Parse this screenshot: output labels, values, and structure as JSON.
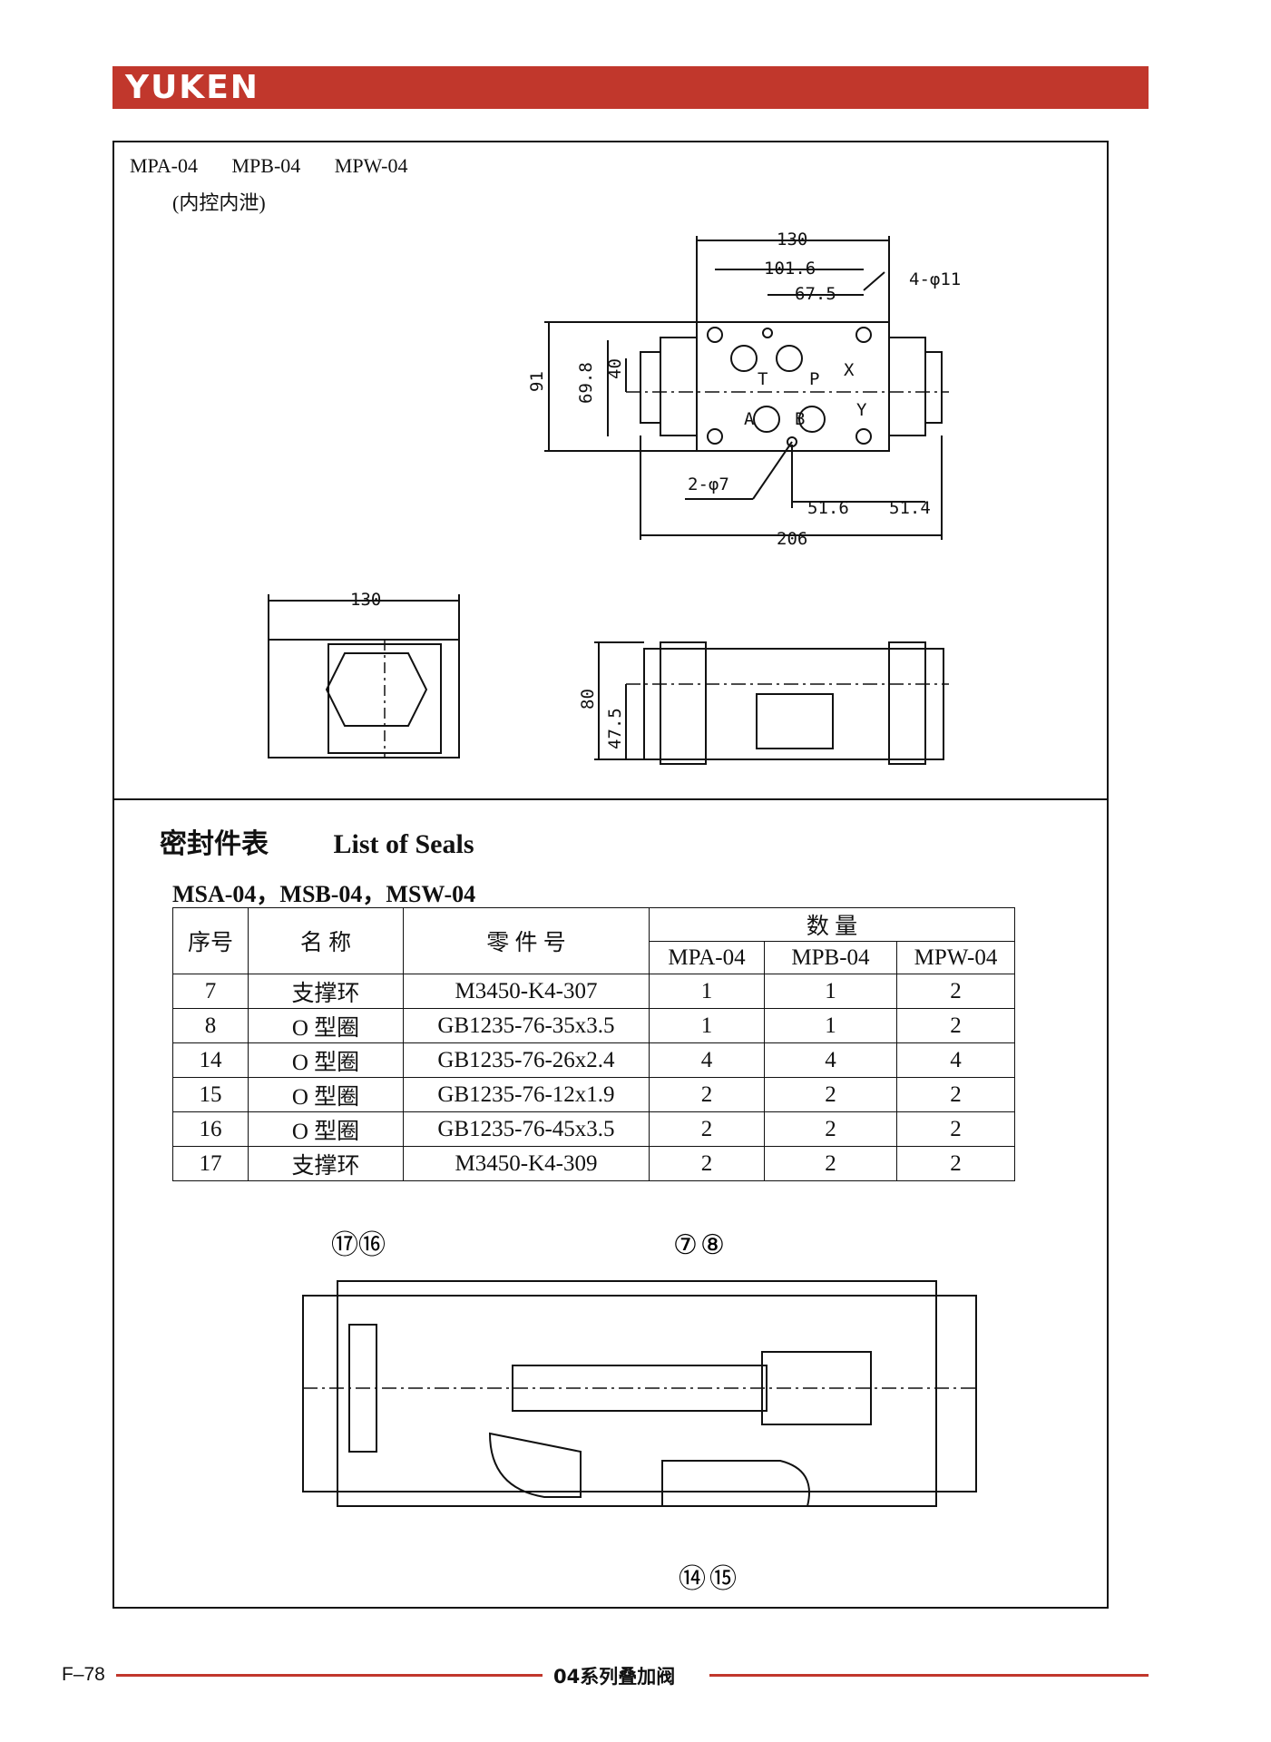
{
  "brand": {
    "logo": "YUKEN"
  },
  "drawing": {
    "models": [
      "MPA-04",
      "MPB-04",
      "MPW-04"
    ],
    "subtitle": "(内控内泄)",
    "dims": {
      "top_width": "130",
      "inner_1016": "101.6",
      "inner_675": "67.5",
      "mount_holes": "4-φ11",
      "height_91": "91",
      "h_698": "69.8",
      "h_40": "40",
      "pin_holes": "2-φ7",
      "d_516": "51.6",
      "d_514": "51.4",
      "overall_206": "206",
      "side_width": "130",
      "front_80": "80",
      "front_475": "47.5"
    },
    "ports": {
      "t": "T",
      "p": "P",
      "x": "X",
      "a": "A",
      "b": "B",
      "y": "Y"
    }
  },
  "seals": {
    "title_cn": "密封件表",
    "title_en": "List of Seals",
    "models_line": "MSA-04，MSB-04，MSW-04",
    "headers": {
      "no": "序号",
      "name": "名 称",
      "part": "零 件 号",
      "qty": "数 量",
      "mpa": "MPA-04",
      "mpb": "MPB-04",
      "mpw": "MPW-04"
    },
    "rows": [
      {
        "no": "7",
        "name": "支撑环",
        "part": "M3450-K4-307",
        "mpa": "1",
        "mpb": "1",
        "mpw": "2"
      },
      {
        "no": "8",
        "name": "O 型圈",
        "part": "GB1235-76-35x3.5",
        "mpa": "1",
        "mpb": "1",
        "mpw": "2"
      },
      {
        "no": "14",
        "name": "O 型圈",
        "part": "GB1235-76-26x2.4",
        "mpa": "4",
        "mpb": "4",
        "mpw": "4"
      },
      {
        "no": "15",
        "name": "O 型圈",
        "part": "GB1235-76-12x1.9",
        "mpa": "2",
        "mpb": "2",
        "mpw": "2"
      },
      {
        "no": "16",
        "name": "O 型圈",
        "part": "GB1235-76-45x3.5",
        "mpa": "2",
        "mpb": "2",
        "mpw": "2"
      },
      {
        "no": "17",
        "name": "支撑环",
        "part": "M3450-K4-309",
        "mpa": "2",
        "mpb": "2",
        "mpw": "2"
      }
    ],
    "callouts": {
      "c17": "⑰",
      "c16": "⑯",
      "c7": "⑦",
      "c8": "⑧",
      "c14": "⑭",
      "c15": "⑮"
    }
  },
  "footer": {
    "page": "F–78",
    "title": "04系列叠加阀"
  }
}
